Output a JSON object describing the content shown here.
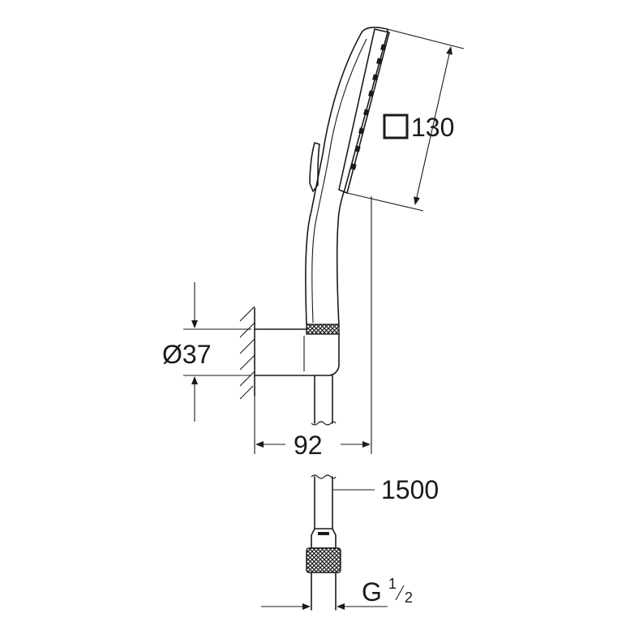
{
  "drawing": {
    "colors": {
      "line": "#1a1a1a",
      "background": "#ffffff"
    },
    "dimensions": {
      "head_size": "130",
      "diameter": "Ø37",
      "depth": "92",
      "hose_length": "1500",
      "thread_main": "G",
      "thread_num": "1",
      "thread_den": "2"
    },
    "icons": {
      "head_shape": "square-icon"
    }
  }
}
